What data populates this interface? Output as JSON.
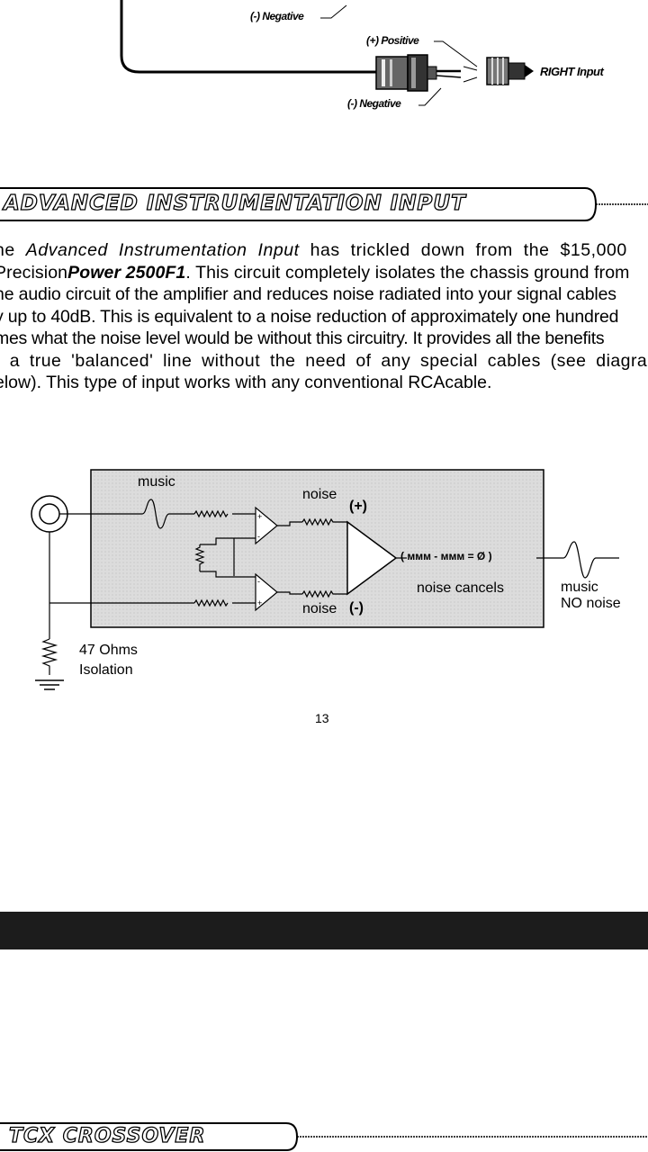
{
  "top_diagram": {
    "negative_top": "(-) Negative",
    "positive": "(+) Positive",
    "negative_bottom": "(-) Negative",
    "right_input": "RIGHT Input"
  },
  "section": {
    "title": "ADVANCED INSTRUMENTATION INPUT",
    "paragraph_lines": [
      "he Advanced Instrumentation Input has trickled down from the $15,000",
      "PrecisionPower 2500F1. This circuit completely isolates the chassis ground from",
      "he audio circuit of the amplifier and reduces noise radiated into your signal cables",
      "y up to 40dB. This is equivalent to a noise reduction of approximately one hundred",
      "mes what the noise level would be without this circuitry. It provides all the benefits",
      "f a true 'balanced' line without the need of any special cables (see diagram",
      "elow). This type of input works with any conventional RCAcable."
    ]
  },
  "circuit_diagram": {
    "music_label": "music",
    "noise_plus_label": "noise",
    "plus_sign": "(+)",
    "noise_minus_label": "noise",
    "minus_sign": "(-)",
    "equation": "( ᴍᴍᴍ - ᴍᴍᴍ = Ø )",
    "noise_cancels": "noise cancels",
    "output_music": "music",
    "output_no_noise": "NO noise",
    "resistor_value": "47 Ohms",
    "resistor_note": "Isolation"
  },
  "page_number": "13",
  "next_section": {
    "title": "TCX CROSSOVER"
  }
}
